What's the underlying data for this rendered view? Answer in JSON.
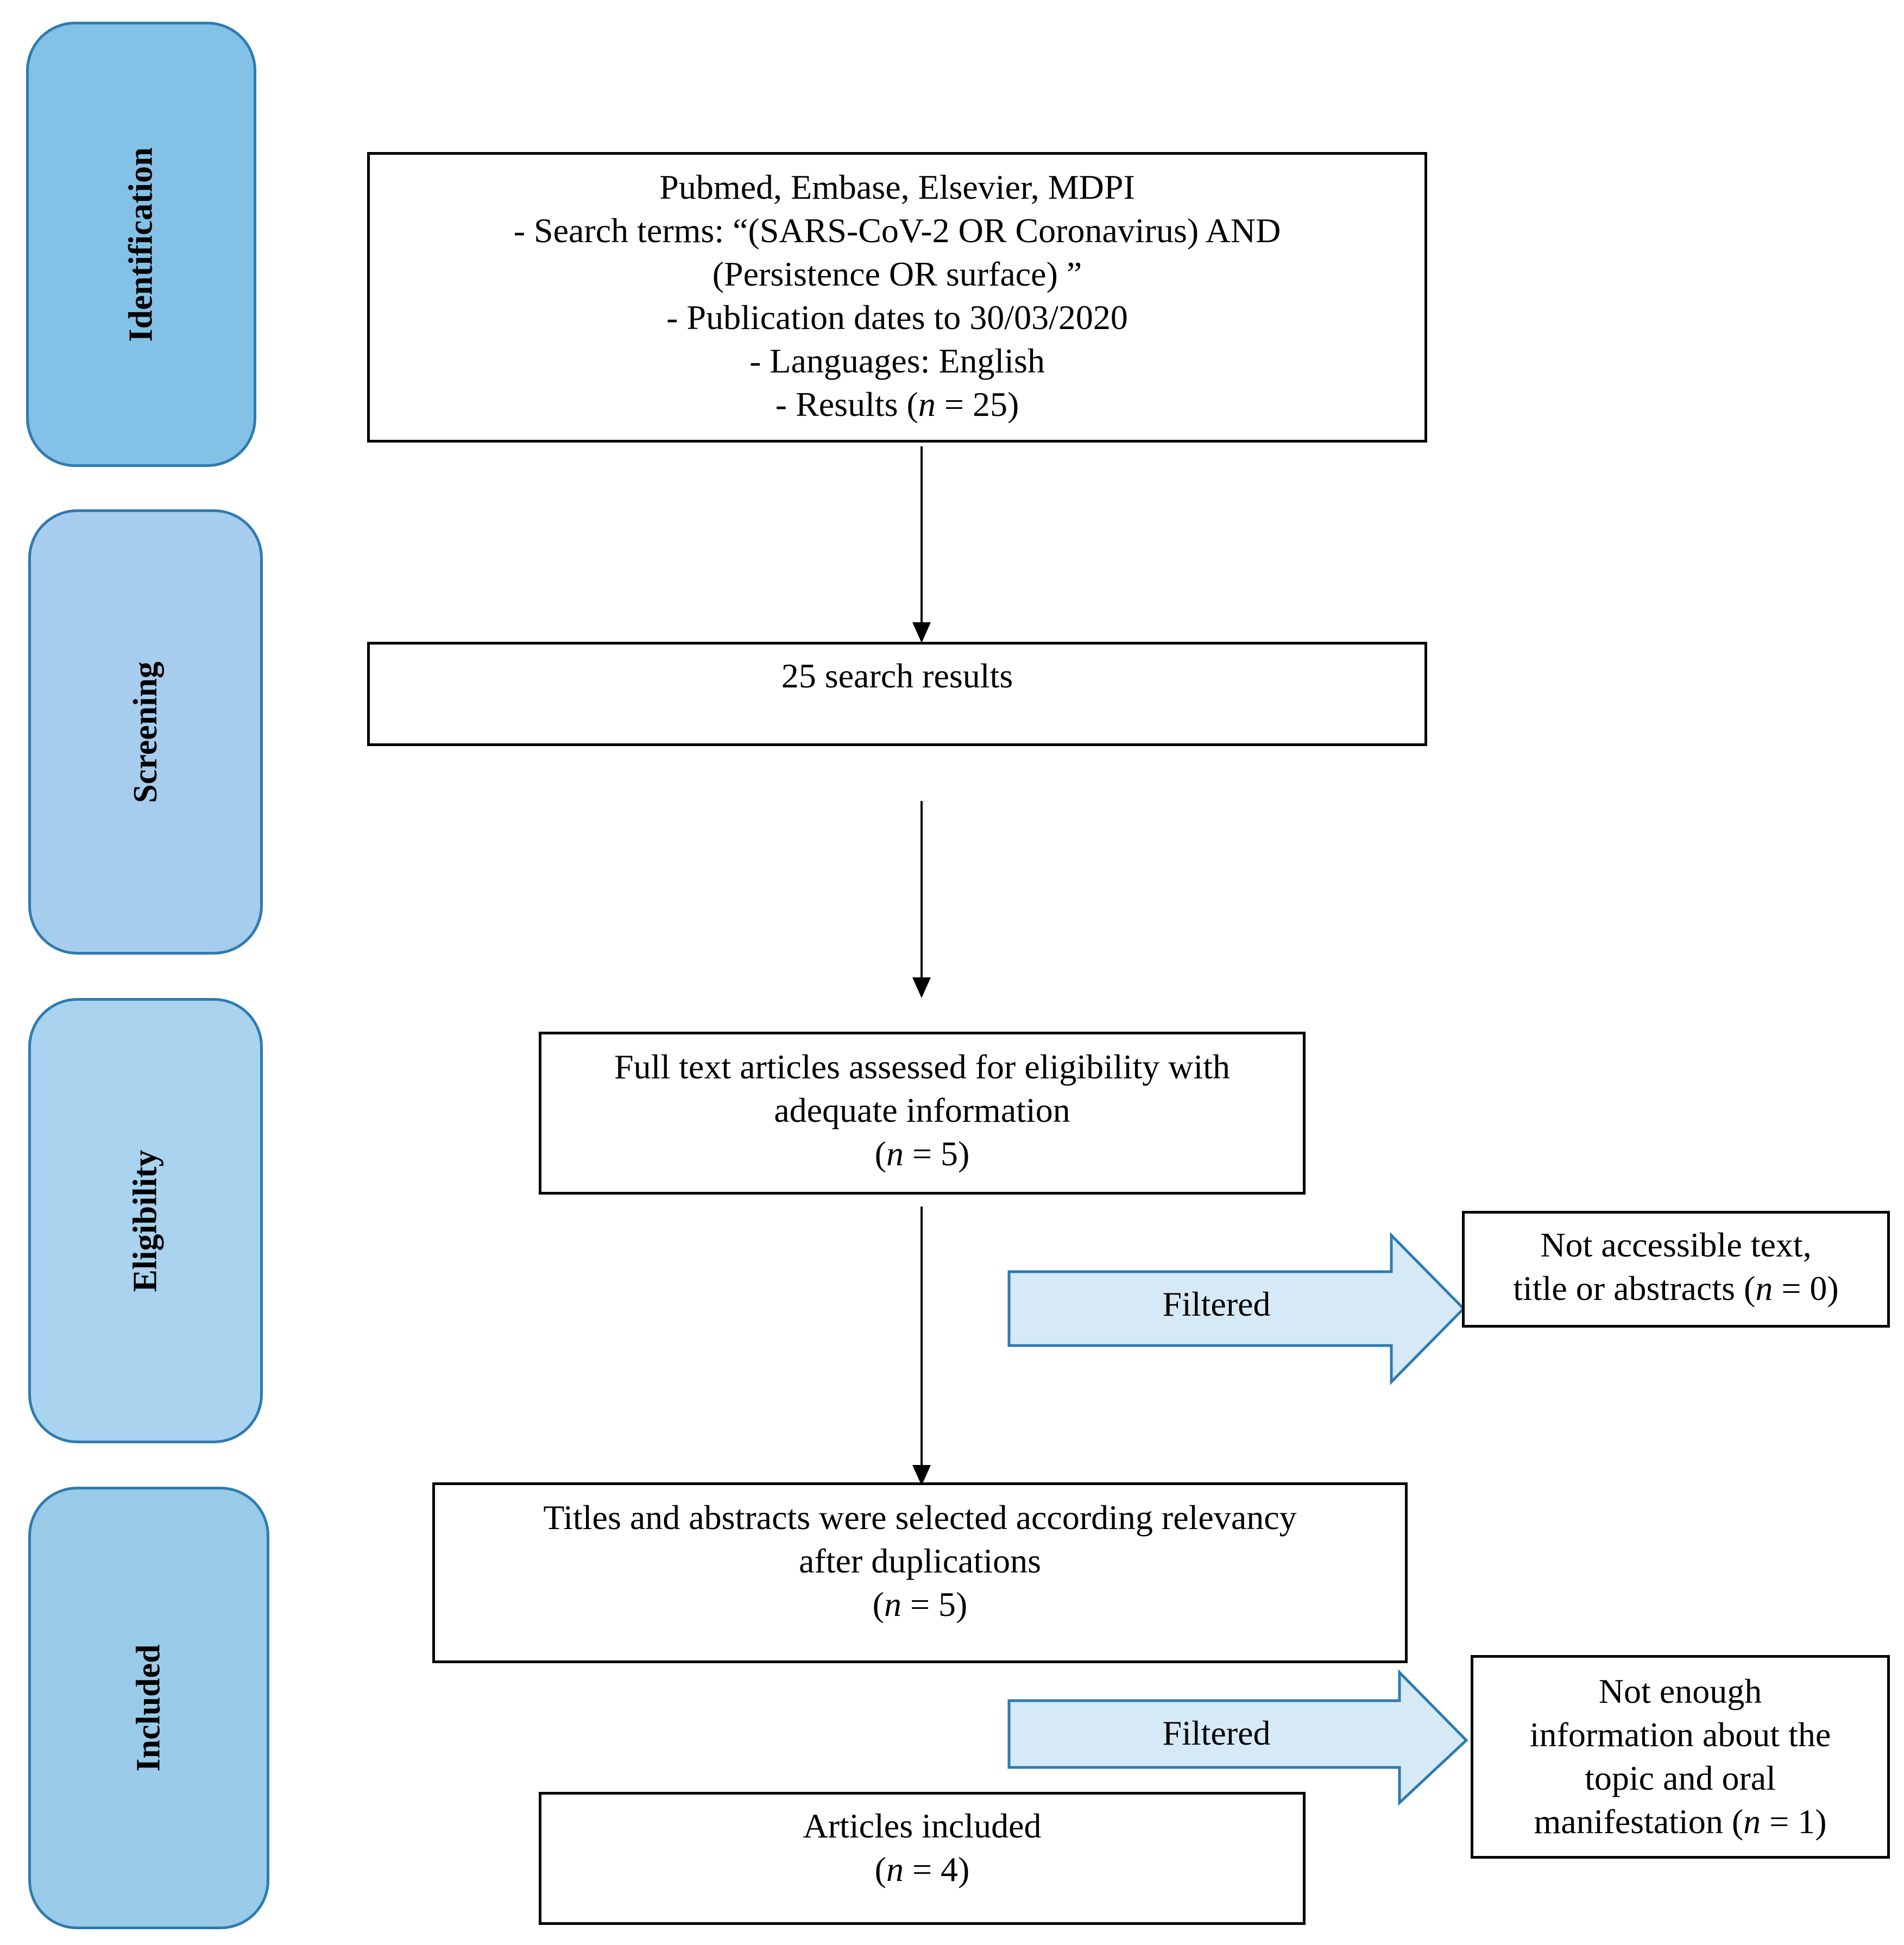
{
  "phases": {
    "identification": "Identification",
    "screening": "Screening",
    "eligibility": "Eligibility",
    "included": "Included"
  },
  "colors": {
    "phase_identification": "#84c1e6",
    "phase_screening": "#a6cdee",
    "phase_eligibility": "#a9d3ef",
    "phase_included": "#99cbe9",
    "phase_border": "#2e7bb0",
    "filter_arrow_fill": "#d6e9f7",
    "filter_arrow_border": "#2e7bb0"
  },
  "boxes": {
    "identification": {
      "line1": "Pubmed, Embase, Elsevier, MDPI",
      "line2": "-    Search terms: “(SARS-CoV-2 OR Coronavirus) AND",
      "line3": "(Persistence OR surface) ”",
      "line4": "-    Publication dates to 30/03/2020",
      "line5": "- Languages: English",
      "line6_prefix": "- Results (",
      "line6_n": "n",
      "line6_suffix": " = 25)"
    },
    "screening": {
      "line1": "25 search results"
    },
    "eligibility": {
      "line1": "Full text articles assessed for eligibility with",
      "line2": "adequate information",
      "count_prefix": "(",
      "count_n": "n",
      "count_suffix": " = 5)"
    },
    "selected": {
      "line1": "Titles and abstracts were selected according relevancy",
      "line2": "after duplications",
      "count_prefix": "(",
      "count_n": "n",
      "count_suffix": " = 5)"
    },
    "included": {
      "line1": "Articles included",
      "count_prefix": "(",
      "count_n": "n",
      "count_suffix": " = 4)"
    },
    "excluded_1": {
      "line1": "Not accessible text,",
      "line2_prefix": "title or abstracts (",
      "line2_n": "n",
      "line2_suffix": " = 0)"
    },
    "excluded_2": {
      "line1": "Not enough",
      "line2": "information about the",
      "line3": "topic and oral",
      "line4_prefix": "manifestation (",
      "line4_n": "n",
      "line4_suffix": " = 1)"
    }
  },
  "filter_arrows": {
    "first": "Filtered",
    "second": "Filtered"
  }
}
